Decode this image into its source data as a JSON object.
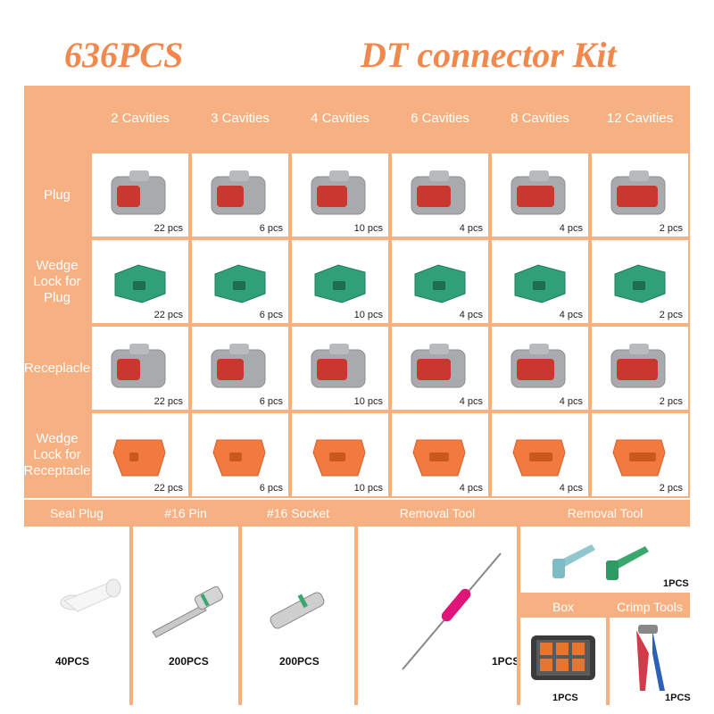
{
  "title_left": "636PCS",
  "title_right": "DT connector Kit",
  "columns": [
    "2 Cavities",
    "3 Cavities",
    "4 Cavities",
    "6 Cavities",
    "8 Cavities",
    "12 Cavities"
  ],
  "rows": [
    {
      "label": "Plug",
      "qty": [
        "22 pcs",
        "6 pcs",
        "10 pcs",
        "4 pcs",
        "4 pcs",
        "2 pcs"
      ],
      "kind": "gray"
    },
    {
      "label": "Wedge Lock for Plug",
      "qty": [
        "22 pcs",
        "6 pcs",
        "10 pcs",
        "4 pcs",
        "4 pcs",
        "2 pcs"
      ],
      "kind": "green"
    },
    {
      "label": "Receplacle",
      "qty": [
        "22 pcs",
        "6 pcs",
        "10 pcs",
        "4 pcs",
        "4 pcs",
        "2 pcs"
      ],
      "kind": "gray"
    },
    {
      "label": "Wedge Lock for Receptacle",
      "qty": [
        "22 pcs",
        "6 pcs",
        "10 pcs",
        "4 pcs",
        "4 pcs",
        "2 pcs"
      ],
      "kind": "orange"
    }
  ],
  "bottom": {
    "seal_plug": {
      "label": "Seal Plug",
      "qty": "40PCS"
    },
    "pin": {
      "label": "#16 Pin",
      "qty": "200PCS"
    },
    "socket": {
      "label": "#16 Socket",
      "qty": "200PCS"
    },
    "removal_tool_1": {
      "label": "Removal Tool",
      "qty": "1PCS"
    },
    "removal_tool_2": {
      "label": "Removal Tool",
      "qty": "1PCS"
    },
    "box": {
      "label": "Box",
      "qty": "1PCS"
    },
    "crimp": {
      "label": "Crimp Tools",
      "qty": "1PCS"
    }
  },
  "colors": {
    "accent": "#f1894f",
    "header_bg": "#f6b082",
    "gray": "#a9aaad",
    "green": "#2fa077",
    "orange": "#f37a3e",
    "red": "#c8382e"
  }
}
